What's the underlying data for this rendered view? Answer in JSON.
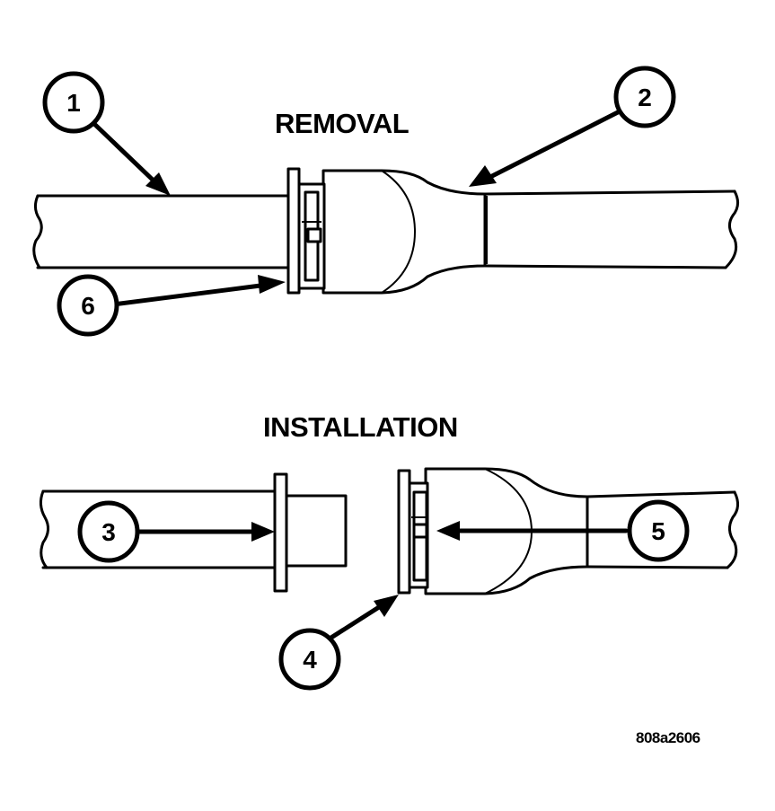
{
  "headings": {
    "removal": "REMOVAL",
    "installation": "INSTALLATION"
  },
  "callouts": [
    "1",
    "2",
    "3",
    "4",
    "5",
    "6"
  ],
  "figure_id": "808a2606",
  "colors": {
    "ink": "#000000",
    "paper": "#ffffff"
  }
}
